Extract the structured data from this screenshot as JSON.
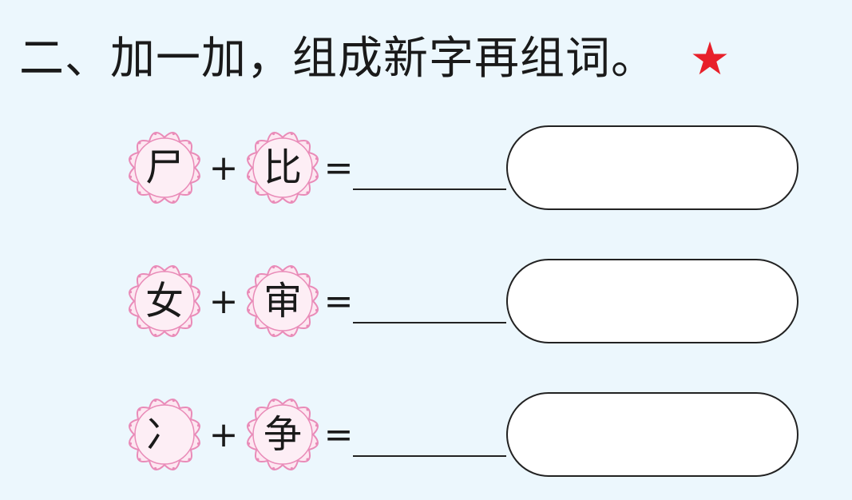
{
  "title": "二、加一加，组成新字再组词。",
  "star_icon": "star-icon",
  "colors": {
    "background": "#ecf7fd",
    "star": "#e8202a",
    "flower_fill": "#fde7f1",
    "flower_stroke": "#e98bb8"
  },
  "operators": {
    "plus": "+",
    "equals": "="
  },
  "rows": [
    {
      "left": "尸",
      "right": "比",
      "blank": "",
      "words": ""
    },
    {
      "left": "女",
      "right": "审",
      "blank": "",
      "words": ""
    },
    {
      "left": "冫",
      "right": "争",
      "blank": "",
      "words": ""
    }
  ]
}
